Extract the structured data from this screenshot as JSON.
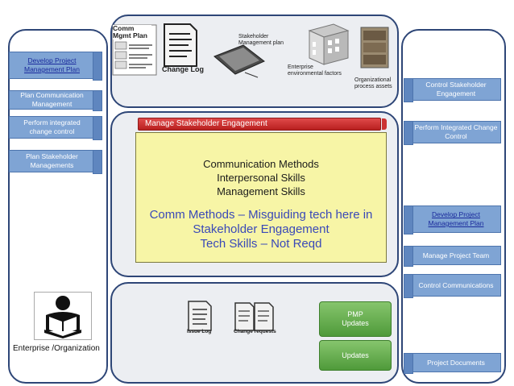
{
  "left_tags": [
    {
      "label": "Develop Project Management Plan",
      "link": true
    },
    {
      "label": "Plan Communication Management",
      "link": false
    },
    {
      "label": "Perform integrated change control",
      "link": false
    },
    {
      "label": "Plan Stakeholder Managements",
      "link": false
    }
  ],
  "right_tags": [
    {
      "label": "Control Stakeholder Engagement",
      "link": false
    },
    {
      "label": "Perform Integrated Change Control",
      "link": false
    },
    {
      "label": "Develop Project Management Plan",
      "link": true
    },
    {
      "label": "Manage Project Team",
      "link": false
    },
    {
      "label": "Control Communications",
      "link": false
    },
    {
      "label": "Project Documents",
      "link": false
    }
  ],
  "inputs": {
    "comm_plan": "Comm Mgmt Plan",
    "change_log": "Change Log",
    "stakeholder_plan": "Stakeholder Management plan",
    "enterprise_factors": "Enterprise environmental factors",
    "org_assets": "Organizational process assets"
  },
  "process_title": "Manage Stakeholder Engagement",
  "tools": {
    "lines": [
      "Communication Methods",
      "Interpersonal Skills",
      "Management Skills"
    ],
    "note_lines": [
      "Comm Methods – Misguiding tech here in",
      "Stakeholder Engagement",
      "Tech Skills – Not Reqd"
    ]
  },
  "outputs": {
    "issue_log": "Issue Log",
    "change_requests": "Change requests",
    "pmp_updates": "PMP Updates",
    "updates": "Updates"
  },
  "enterprise_label": "Enterprise /Organization",
  "colors": {
    "panel_border": "#2e4677",
    "tag_fill": "#7fa4d4",
    "process_bar": "#c62828",
    "tools_fill": "#f7f5a6",
    "output_green": "#5fa846"
  }
}
